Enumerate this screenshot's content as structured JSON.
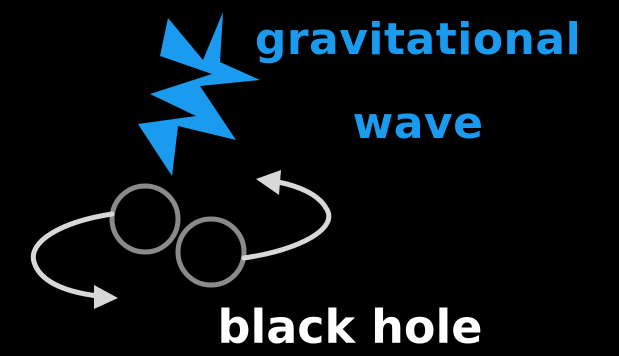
{
  "colors": {
    "background": "#000000",
    "wave_color": "#1a9bf0",
    "circle_stroke": "#8a8a8a",
    "arrow_color": "#d8d8d8",
    "label_text": "#ffffff"
  },
  "icons": {
    "wave": "lightning-bolt-icon",
    "orbit": "curved-arrow-icon"
  },
  "labels": {
    "wave_line1": "gravitational",
    "wave_line2": "wave",
    "black_hole": "black hole"
  }
}
